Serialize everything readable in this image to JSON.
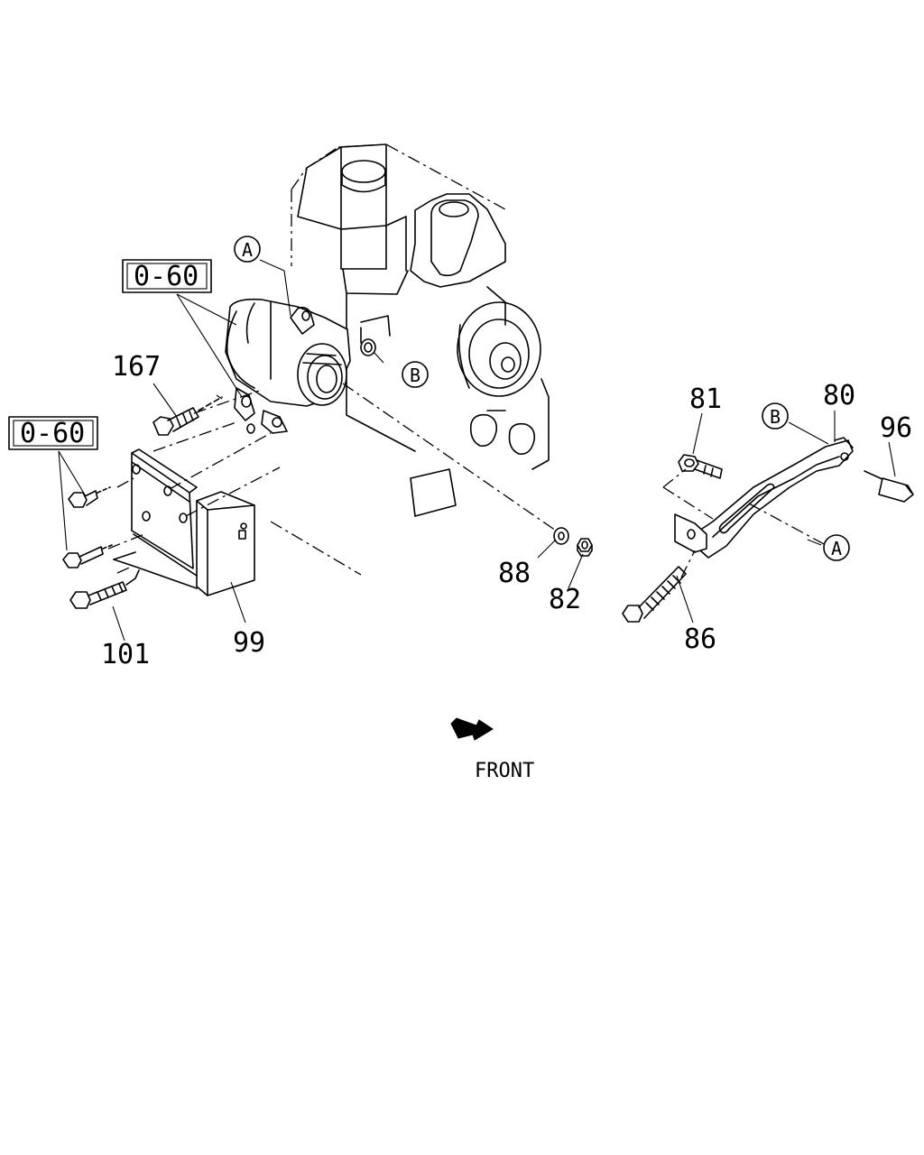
{
  "labels": {
    "ref_top": "0-60",
    "ref_left": "0-60",
    "p167": "167",
    "p101": "101",
    "p99": "99",
    "p88": "88",
    "p82": "82",
    "p81": "81",
    "p80": "80",
    "p96": "96",
    "p86": "86",
    "circle_a_top": "A",
    "circle_b_mid": "B",
    "circle_b_right": "B",
    "circle_a_right": "A",
    "front": "FRONT"
  }
}
